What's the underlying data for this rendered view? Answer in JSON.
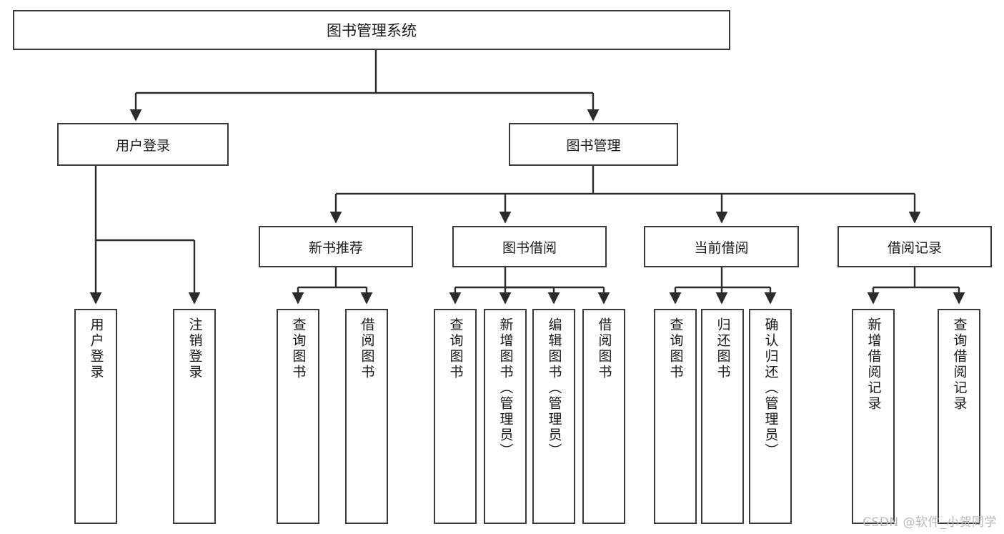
{
  "diagram": {
    "title": "图书管理系统",
    "type": "functional-structure-tree",
    "root": {
      "label": "图书管理系统"
    },
    "level2": [
      {
        "label": "用户登录"
      },
      {
        "label": "图书管理"
      }
    ],
    "level3": [
      {
        "label": "新书推荐"
      },
      {
        "label": "图书借阅"
      },
      {
        "label": "当前借阅"
      },
      {
        "label": "借阅记录"
      }
    ],
    "leaves": {
      "user_login": [
        {
          "label": "用户登录"
        },
        {
          "label": "注销登录"
        }
      ],
      "new_book_recommend": [
        {
          "label": "查询图书"
        },
        {
          "label": "借阅图书"
        }
      ],
      "book_borrow": [
        {
          "label": "查询图书"
        },
        {
          "label": "新增图书（管理员）"
        },
        {
          "label": "编辑图书（管理员）"
        },
        {
          "label": "借阅图书"
        }
      ],
      "current_borrow": [
        {
          "label": "查询图书"
        },
        {
          "label": "归还图书"
        },
        {
          "label": "确认归还（管理员）"
        }
      ],
      "borrow_record": [
        {
          "label": "新增借阅记录"
        },
        {
          "label": "查询借阅记录"
        }
      ]
    }
  },
  "watermark": {
    "text": "CSDN @软件_小贺同学"
  },
  "colors": {
    "border": "#3a3a3a",
    "line": "#2b2b2b",
    "text": "#1a1a1a",
    "background": "#ffffff",
    "watermark": "#b9b9b9"
  }
}
